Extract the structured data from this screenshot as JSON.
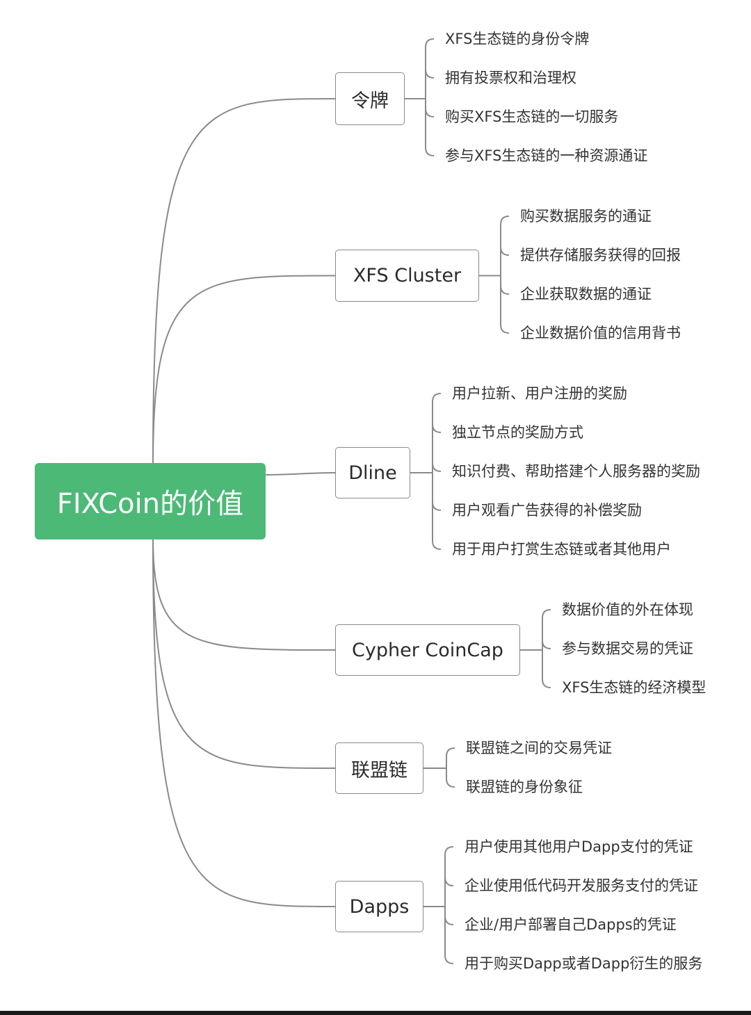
{
  "root": {
    "label": "FIXCoin的价值",
    "color": "#4cb977"
  },
  "branches": [
    {
      "label": "令牌",
      "leaves": [
        "XFS生态链的身份令牌",
        "拥有投票权和治理权",
        "购买XFS生态链的一切服务",
        "参与XFS生态链的一种资源通证"
      ]
    },
    {
      "label": "XFS Cluster",
      "leaves": [
        "购买数据服务的通证",
        "提供存储服务获得的回报",
        "企业获取数据的通证",
        "企业数据价值的信用背书"
      ]
    },
    {
      "label": "Dline",
      "leaves": [
        "用户拉新、用户注册的奖励",
        "独立节点的奖励方式",
        "知识付费、帮助搭建个人服务器的奖励",
        "用户观看广告获得的补偿奖励",
        "用于用户打赏生态链或者其他用户"
      ]
    },
    {
      "label": "Cypher CoinCap",
      "leaves": [
        "数据价值的外在体现",
        "参与数据交易的凭证",
        "XFS生态链的经济模型"
      ]
    },
    {
      "label": "联盟链",
      "leaves": [
        "联盟链之间的交易凭证",
        "联盟链的身份象征"
      ]
    },
    {
      "label": "Dapps",
      "leaves": [
        "用户使用其他用户Dapp支付的凭证",
        "企业使用低代码开发服务支付的凭证",
        "企业/用户部署自己Dapps的凭证",
        "用于购买Dapp或者Dapp衍生的服务"
      ]
    }
  ]
}
